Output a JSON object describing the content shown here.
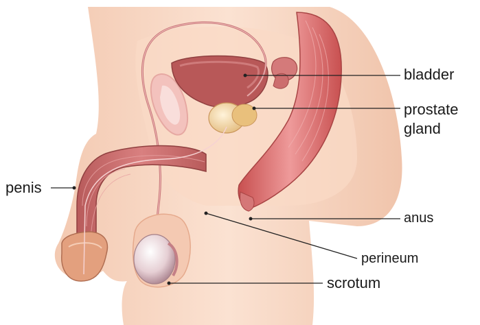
{
  "labels": {
    "bladder": "bladder",
    "prostate_line1": "prostate",
    "prostate_line2": "gland",
    "penis": "penis",
    "anus": "anus",
    "perineum": "perineum",
    "scrotum": "scrotum"
  },
  "colors": {
    "skin_light": "#fbe3d2",
    "skin_mid": "#f4cdb6",
    "skin_dark": "#e9b298",
    "muscle": "#c95d5d",
    "muscle_dark": "#a84a4a",
    "bladder": "#b65a5a",
    "prostate": "#f0d6a6",
    "testis": "#e8d4d8",
    "duct": "#c97c7c",
    "leader": "#222222"
  },
  "icons": {
    "anatomy": "male-reproductive-anatomy-illustration"
  }
}
